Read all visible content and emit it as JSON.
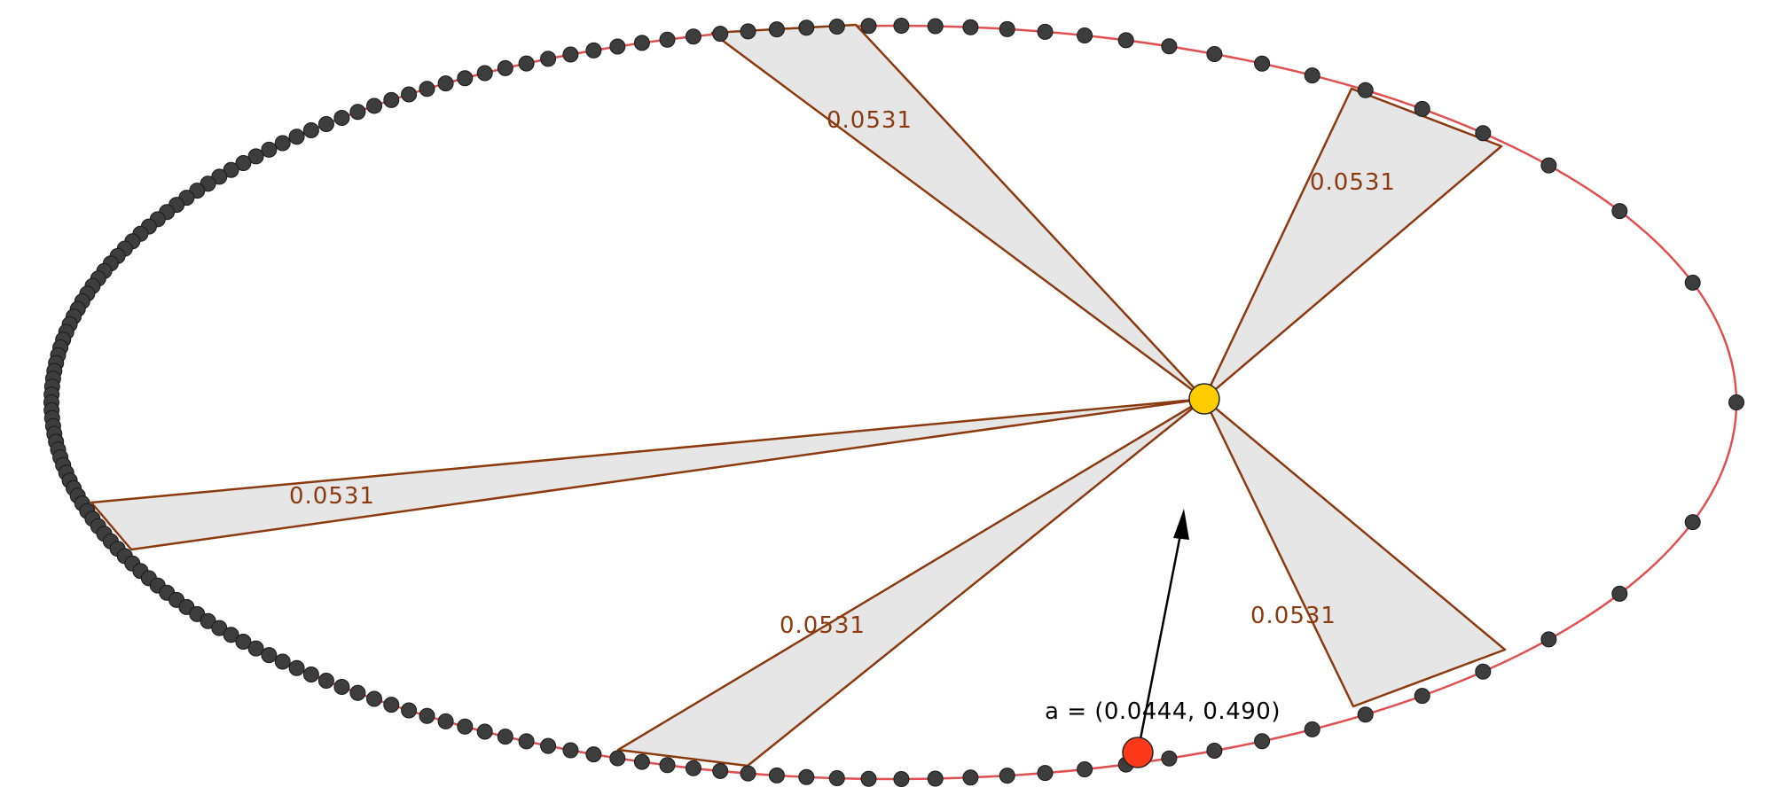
{
  "sectors": [
    {
      "label": "0.0531"
    },
    {
      "label": "0.0531"
    },
    {
      "label": "0.0531"
    },
    {
      "label": "0.0531"
    },
    {
      "label": "0.0531"
    }
  ],
  "vector": {
    "label": "a = (0.0444, 0.490)"
  },
  "colors": {
    "orbit": "#e05050",
    "sector_fill": "#e6e6e6",
    "sector_stroke": "#8b3a10",
    "label": "#8b3a10",
    "dot": "#3d3d3d",
    "sun": "#ffcc00",
    "planet": "#ff3a1a",
    "vector": "#000000"
  },
  "orbit_samples": 160
}
